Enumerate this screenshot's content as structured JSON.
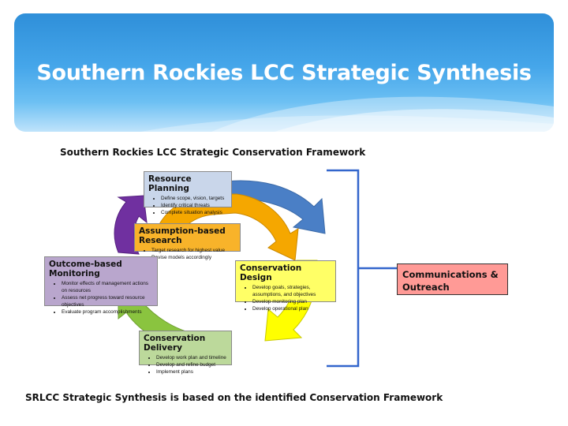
{
  "slide": {
    "title": "Southern Rockies LCC Strategic Synthesis",
    "subtitle": "Southern Rockies LCC Strategic Conservation Framework",
    "footer": "SRLCC Strategic Synthesis is based on the identified Conservation Framework"
  },
  "colors": {
    "header_blue": "#3a9be3",
    "arrow_blue": "#4a7fc6",
    "arrow_orange": "#f5a700",
    "arrow_yellow": "#ffff00",
    "arrow_green": "#8ac43f",
    "arrow_purple": "#7030a0",
    "bracket_blue": "#3366cc",
    "comm_fill": "#ff9a96"
  },
  "framework": {
    "resource_planning": {
      "title": "Resource Planning",
      "items": [
        "Define scope, vision, targets",
        "Identify critical threats",
        "Complete situation analysis"
      ]
    },
    "assumption_research": {
      "title": "Assumption-based Research",
      "items": [
        "Target research for highest value",
        "Revise models accordingly"
      ]
    },
    "outcome_monitoring": {
      "title": "Outcome-based Monitoring",
      "items": [
        "Monitor effects of management actions on resources",
        "Assess net progress toward resource objectives",
        "Evaluate program accomplishments"
      ]
    },
    "conservation_design": {
      "title": "Conservation Design",
      "items": [
        "Develop goals, strategies, assumptions, and objectives",
        "Develop monitoring plan",
        "Develop operational plan"
      ]
    },
    "conservation_delivery": {
      "title": "Conservation Delivery",
      "items": [
        "Develop work plan and timeline",
        "Develop and refine budget",
        "Implement plans"
      ]
    }
  },
  "communications": {
    "label": "Communications & Outreach"
  }
}
